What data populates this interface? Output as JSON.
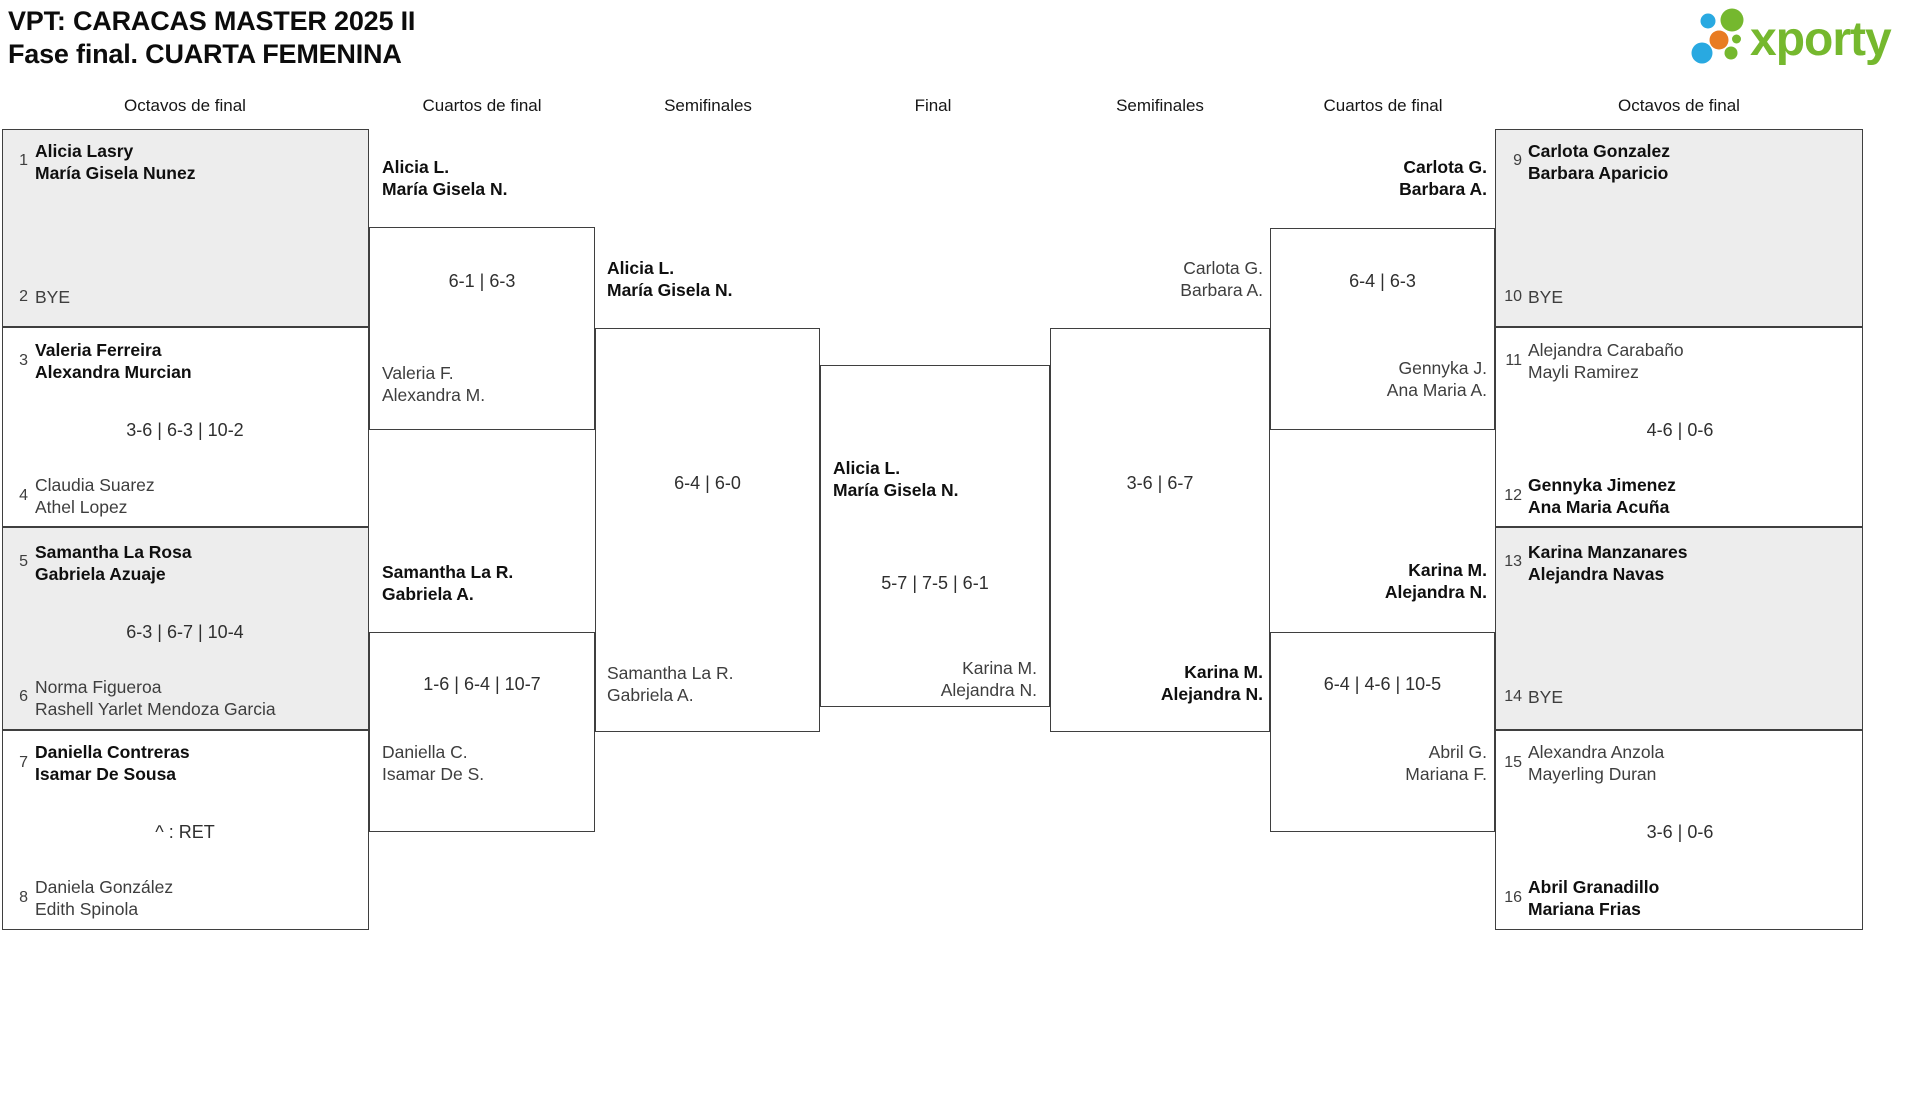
{
  "title": {
    "line1": "VPT: CARACAS MASTER 2025 II",
    "line2": "Fase final. CUARTA FEMENINA"
  },
  "logo": {
    "wordmark": "xporty"
  },
  "headers": {
    "r16_left": "Octavos de final",
    "qf_left": "Cuartos de final",
    "sf_left": "Semifinales",
    "final": "Final",
    "sf_right": "Semifinales",
    "qf_right": "Cuartos de final",
    "r16_right": "Octavos de final"
  },
  "left_r16": [
    {
      "seed_top": "1",
      "top1": "Alicia Lasry",
      "top2": "María Gisela Nunez",
      "seed_bot": "2",
      "bot1": "BYE",
      "bot2": ""
    },
    {
      "seed_top": "3",
      "top1": "Valeria Ferreira",
      "top2": "Alexandra Murcian",
      "score": "3-6 | 6-3 | 10-2",
      "seed_bot": "4",
      "bot1": "Claudia Suarez",
      "bot2": "Athel Lopez"
    },
    {
      "seed_top": "5",
      "top1": "Samantha La Rosa",
      "top2": "Gabriela Azuaje",
      "score": "6-3 | 6-7 | 10-4",
      "seed_bot": "6",
      "bot1": "Norma Figueroa",
      "bot2": "Rashell Yarlet Mendoza Garcia"
    },
    {
      "seed_top": "7",
      "top1": "Daniella Contreras",
      "top2": "Isamar De Sousa",
      "score": "^ : RET",
      "seed_bot": "8",
      "bot1": "Daniela González",
      "bot2": "Edith Spinola"
    }
  ],
  "left_qf": [
    {
      "top1": "Alicia L.",
      "top2": "María Gisela N.",
      "score": "6-1 | 6-3",
      "bot1": "Valeria F.",
      "bot2": "Alexandra M."
    },
    {
      "top1": "Samantha La R.",
      "top2": "Gabriela A.",
      "score": "1-6 | 6-4 | 10-7",
      "bot1": "Daniella C.",
      "bot2": "Isamar De S."
    }
  ],
  "left_sf": {
    "top1": "Alicia L.",
    "top2": "María Gisela N.",
    "score": "6-4 | 6-0",
    "bot1": "Samantha La R.",
    "bot2": "Gabriela A."
  },
  "final": {
    "top1": "Alicia L.",
    "top2": "María Gisela N.",
    "score": "5-7 | 7-5 | 6-1",
    "bot1": "Karina M.",
    "bot2": "Alejandra N."
  },
  "right_sf": {
    "top1": "Carlota G.",
    "top2": "Barbara A.",
    "score": "3-6 | 6-7",
    "bot1": "Karina M.",
    "bot2": "Alejandra N."
  },
  "right_qf": [
    {
      "top1": "Carlota G.",
      "top2": "Barbara A.",
      "score": "6-4 | 6-3",
      "bot1": "Gennyka J.",
      "bot2": "Ana Maria A."
    },
    {
      "top1": "Karina M.",
      "top2": "Alejandra N.",
      "score": "6-4 | 4-6 | 10-5",
      "bot1": "Abril G.",
      "bot2": "Mariana F."
    }
  ],
  "right_r16": [
    {
      "seed_top": "9",
      "top1": "Carlota Gonzalez",
      "top2": "Barbara Aparicio",
      "seed_bot": "10",
      "bot1": "BYE",
      "bot2": ""
    },
    {
      "seed_top": "11",
      "top1": "Alejandra Carabaño",
      "top2": "Mayli Ramirez",
      "score": "4-6 | 0-6",
      "seed_bot": "12",
      "bot1": "Gennyka Jimenez",
      "bot2": "Ana Maria Acuña"
    },
    {
      "seed_top": "13",
      "top1": "Karina Manzanares",
      "top2": "Alejandra Navas",
      "seed_bot": "14",
      "bot1": "BYE",
      "bot2": ""
    },
    {
      "seed_top": "15",
      "top1": "Alexandra Anzola",
      "top2": "Mayerling Duran",
      "score": "3-6 | 0-6",
      "seed_bot": "16",
      "bot1": "Abril Granadillo",
      "bot2": "Mariana Frias"
    }
  ],
  "colors": {
    "brand_green": "#75b82e",
    "dot_blue": "#29a9e1",
    "dot_orange": "#e87c22",
    "box_gray": "#ededed",
    "line": "#3f3f3f"
  }
}
